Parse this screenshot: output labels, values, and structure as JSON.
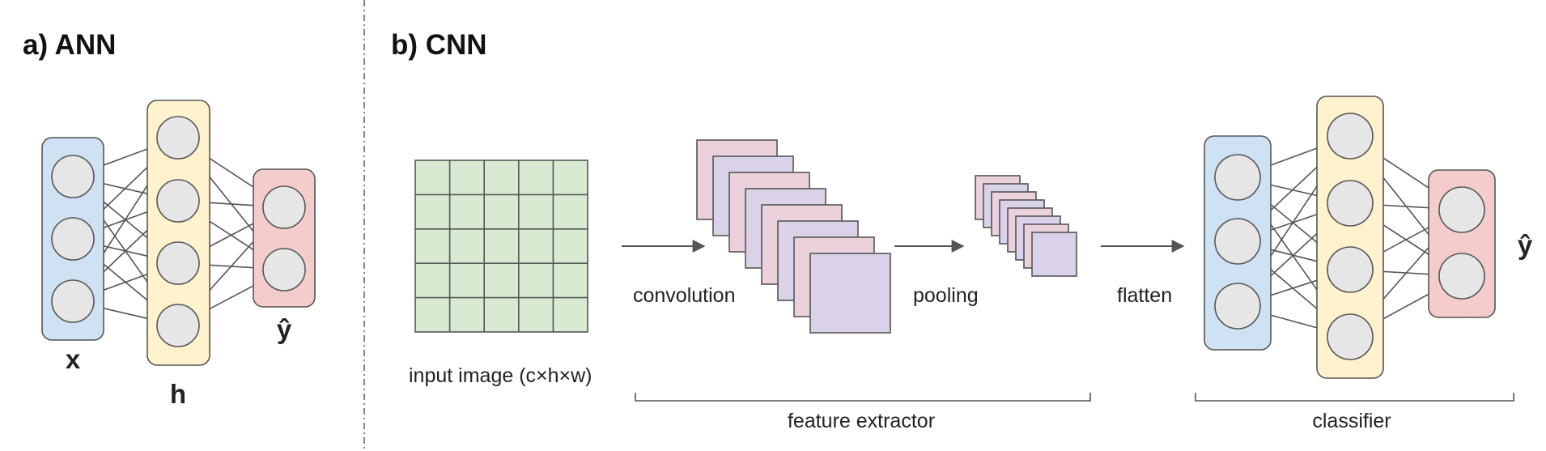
{
  "colors": {
    "input_layer": "#cfe2f3",
    "hidden_layer": "#fff2cc",
    "output_layer": "#f4cccc",
    "input_image": "#d9ead3",
    "feature_map_pink": "#ead1dc",
    "feature_map_purple": "#d9d2e9",
    "node_fill": "#e6e6e6",
    "line": "#555555",
    "divider": "#666666"
  },
  "panel_a": {
    "title": "a) ANN",
    "input_label": "x",
    "hidden_label": "h",
    "output_label": "ŷ",
    "layer_sizes": [
      3,
      4,
      2
    ]
  },
  "panel_b": {
    "title": "b) CNN",
    "input_image_label": "input image (c×h×w)",
    "input_grid": {
      "rows": 5,
      "cols": 5
    },
    "convolution_label": "convolution",
    "pooling_label": "pooling",
    "flatten_label": "flatten",
    "feature_extractor_label": "feature extractor",
    "classifier_label": "classifier",
    "output_label": "ŷ",
    "conv_map_count": 8,
    "pool_map_count": 8,
    "classifier_layer_sizes": [
      3,
      4,
      2
    ]
  }
}
